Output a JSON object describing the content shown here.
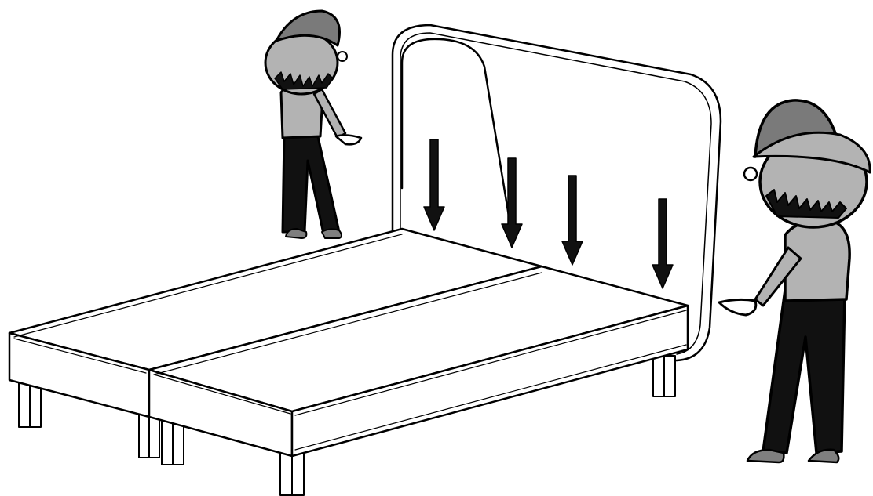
{
  "illustration": {
    "colors": {
      "line": "#000000",
      "background": "#ffffff",
      "skin_shirt": "#b3b3b3",
      "cap": "#7a7a7a",
      "pants": "#111111",
      "shoes": "#7f7f7f"
    },
    "arrows": {
      "count": 4,
      "direction": "down"
    },
    "people": {
      "count": 2
    }
  }
}
